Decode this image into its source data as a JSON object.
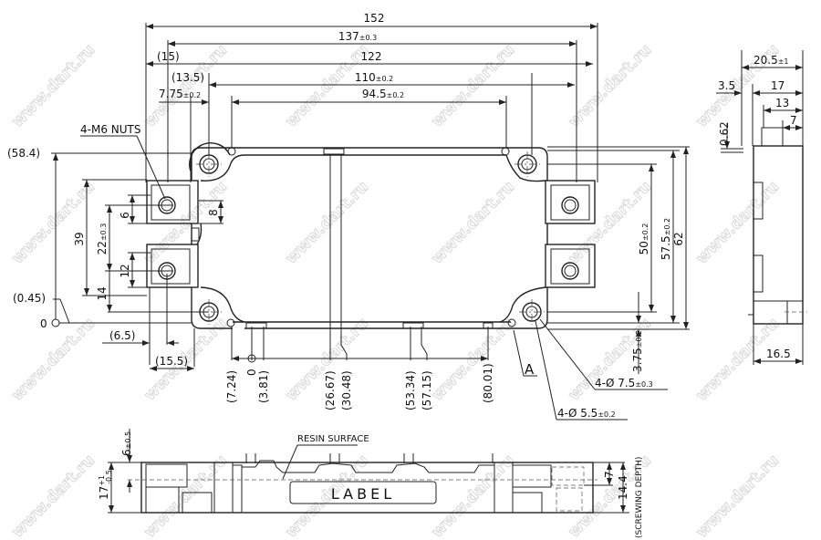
{
  "watermark": "www.dart.ru",
  "top_view": {
    "dims_horizontal": {
      "d152": "152",
      "d137": "137",
      "d137_tol": "±0.3",
      "d15": "(15)",
      "d122": "122",
      "d13_5": "(13.5)",
      "d110": "110",
      "d110_tol": "±0.2",
      "d7_75": "7.75",
      "d7_75_tol": "±0.2",
      "d94_5": "94.5",
      "d94_5_tol": "±0.2",
      "d6_5": "(6.5)",
      "d15_5": "(15.5)"
    },
    "dims_vertical": {
      "d58_4": "(58.4)",
      "d0_45": "(0.45)",
      "d0": "0",
      "d39": "39",
      "d22": "22",
      "d22_tol": "±0.3",
      "d6": "6",
      "d12": "12",
      "d14": "14",
      "d8": "8",
      "d50": "50",
      "d50_tol": "±0.2",
      "d57_5": "57.5",
      "d57_5_tol": "±0.2",
      "d62": "62",
      "d3_75": "3.75",
      "d3_75_tol": "±0.2"
    },
    "pin_positions": [
      "(7.24)",
      "0",
      "(3.81)",
      "(26.67)",
      "(30.48)",
      "(53.34)",
      "(57.15)",
      "(80.01)"
    ],
    "callouts": {
      "nuts": "4-M6 NUTS",
      "datum_a": "A",
      "hole_large": "4-Ø 7.5",
      "hole_large_tol": "±0.3",
      "hole_small": "4-Ø 5.5",
      "hole_small_tol": "±0.2"
    }
  },
  "side_view": {
    "d20_5": "20.5",
    "d20_5_tol": "±1",
    "d3_5": "3.5",
    "d17": "17",
    "d13": "13",
    "d7": "7",
    "d0_62": "0.62",
    "d16_5": "16.5"
  },
  "front_view": {
    "resin_surface": "RESIN SURFACE",
    "label": "LABEL",
    "d6": "6",
    "d6_tol": "±0.5",
    "d17": "17",
    "d17_tol_plus": "+1",
    "d17_tol_minus": "-0.5",
    "d7": "7",
    "d14_4": "14.4",
    "screwing_depth": "(SCREWING DEPTH)"
  }
}
